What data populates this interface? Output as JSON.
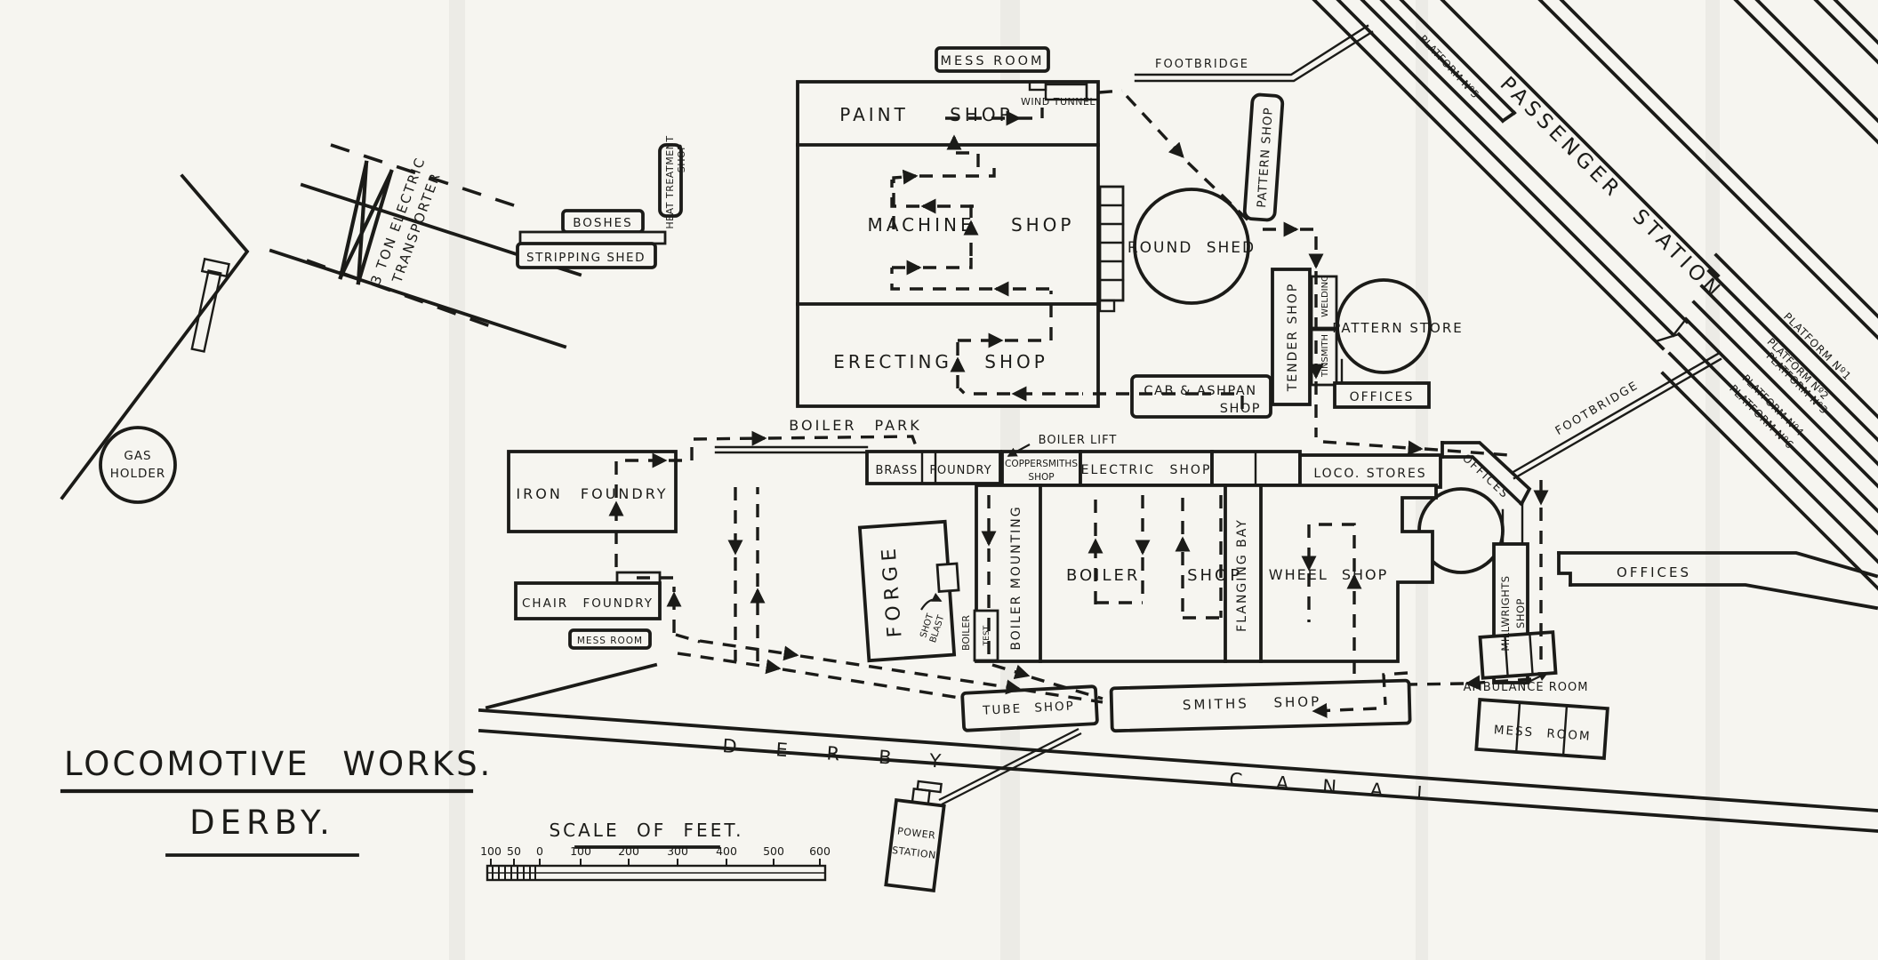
{
  "title": {
    "line1": "LOCOMOTIVE WORKS.",
    "line2": "DERBY."
  },
  "scale": {
    "title": "SCALE OF FEET.",
    "ticks": [
      "100",
      "50",
      "0",
      "100",
      "200",
      "300",
      "400",
      "500",
      "600"
    ]
  },
  "platforms": [
    "PLATFORM Nº5",
    "PLATFORM Nº1",
    "PLATFORM Nº2",
    "PLATFORM Nº3",
    "PLATFORM Nº4",
    "PLATFORM Nº6"
  ],
  "colors": {
    "ink": "#1b1b18",
    "paper": "#f6f5f0"
  },
  "labels": {
    "gas1": "GAS",
    "gas2": "HOLDER",
    "transporter1": "3 TON ELECTRIC",
    "transporter2": "TRANSPORTER",
    "boshes": "BOSHES",
    "stripping_shed": "STRIPPING SHED",
    "heat_treatment1": "HEAT TREATMENT",
    "heat_treatment2": "SHOP",
    "mess_room_top": "MESS ROOM",
    "footbridge_top": "FOOTBRIDGE",
    "paint_shop": "PAINT SHOP",
    "wind_tunnel": "WIND TUNNEL",
    "machine_shop": "MACHINE SHOP",
    "erecting_shop": "ERECTING SHOP",
    "pattern_shop": "PATTERN SHOP",
    "round_shed": "ROUND SHED",
    "pattern_store": "PATTERN STORE",
    "tender_shop": "TENDER SHOP",
    "welding": "WELDING",
    "tinsmith": "TINSMITH",
    "offices_pattern": "OFFICES",
    "offices_corner": "OFFICES",
    "offices_right": "OFFICES",
    "cab_ashpan1": "CAB & ASHPAN",
    "cab_ashpan2": "SHOP",
    "passenger_station": "PASSENGER STATION",
    "footbridge_right": "FOOTBRIDGE",
    "boiler_park": "BOILER PARK",
    "boiler_lift": "BOILER LIFT",
    "iron_foundry": "IRON FOUNDRY",
    "brass_foundry": "BRASS FOUNDRY",
    "coppersmiths1": "COPPERSMITHS",
    "coppersmiths2": "SHOP",
    "electric_shop": "ELECTRIC SHOP",
    "loco_stores": "LOCO. STORES",
    "chair_foundry": "CHAIR FOUNDRY",
    "mess_room_left": "MESS ROOM",
    "forge": "FORGE",
    "shot_blast1": "SHOT",
    "shot_blast2": "BLAST",
    "boiler_v": "BOILER",
    "test": "TEST",
    "boiler_mounting": "BOILER MOUNTING",
    "boiler_shop": "BOILER SHOP",
    "flanging_bay": "FLANGING BAY",
    "wheel_shop": "WHEEL SHOP",
    "millwrights1": "MILLWRIGHTS",
    "millwrights2": "SHOP",
    "tube_shop": "TUBE SHOP",
    "smiths_shop": "SMITHS SHOP",
    "ambulance_room": "AMBULANCE ROOM",
    "mess_room_br": "MESS ROOM",
    "canal1": "DERBY",
    "canal2": "CANAL",
    "power1": "POWER",
    "power2": "STATION"
  }
}
